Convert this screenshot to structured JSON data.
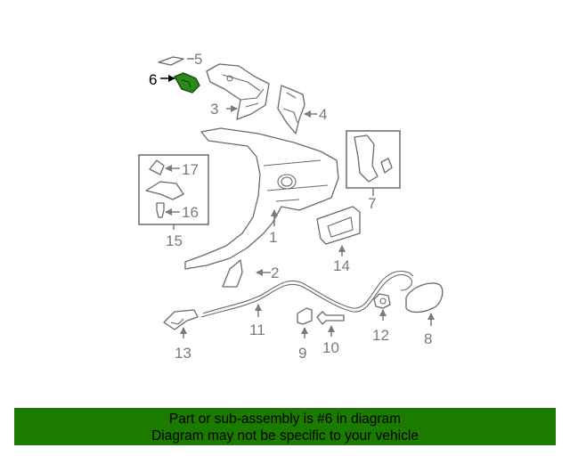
{
  "diagram": {
    "callouts": [
      "1",
      "2",
      "3",
      "4",
      "5",
      "6",
      "7",
      "8",
      "9",
      "10",
      "11",
      "12",
      "13",
      "14",
      "15",
      "16",
      "17"
    ],
    "highlight_callout": "6",
    "highlight_color": "#2a8a1a",
    "line_color": "#6a6a6a"
  },
  "banner": {
    "line1": "Part or sub-assembly is #6 in diagram",
    "line2": "Diagram may not be specific to your vehicle",
    "background": "#1b7a00"
  }
}
